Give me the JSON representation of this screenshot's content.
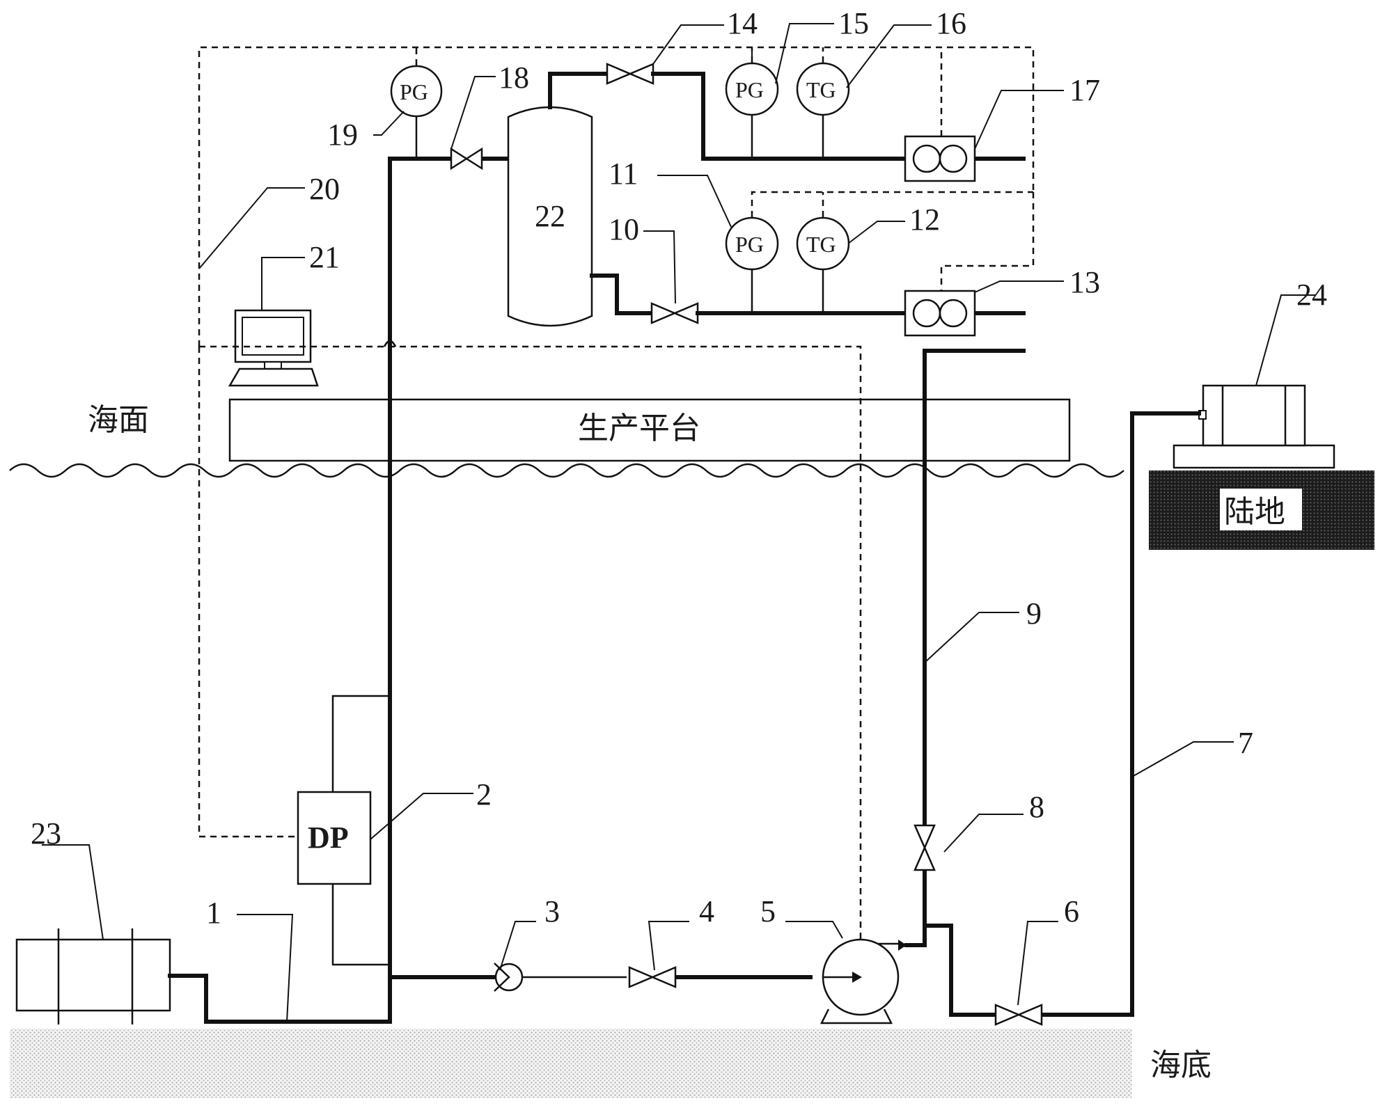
{
  "labels": {
    "sea_surface": "海面",
    "platform": "生产平台",
    "land": "陆地",
    "seabed": "海底",
    "dp": "DP",
    "pg": "PG",
    "tg": "TG",
    "tank": "22"
  },
  "numbers": {
    "n1": "1",
    "n2": "2",
    "n3": "3",
    "n4": "4",
    "n5": "5",
    "n6": "6",
    "n7": "7",
    "n8": "8",
    "n9": "9",
    "n10": "10",
    "n11": "11",
    "n12": "12",
    "n13": "13",
    "n14": "14",
    "n15": "15",
    "n16": "16",
    "n17": "17",
    "n18": "18",
    "n19": "19",
    "n20": "20",
    "n21": "21",
    "n23": "23",
    "n24": "24"
  }
}
